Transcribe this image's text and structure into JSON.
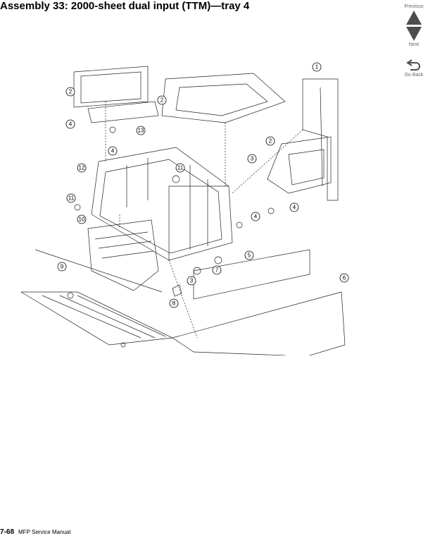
{
  "page": {
    "title": "Assembly 33:  2000-sheet dual input (TTM)—tray 4",
    "footer_page": "7-68",
    "footer_manual": "MFP Service Manual"
  },
  "nav": {
    "previous": "Previous",
    "next": "Next",
    "go_back": "Go Back"
  },
  "callouts": [
    "1",
    "2",
    "2",
    "2",
    "3",
    "3",
    "4",
    "4",
    "4",
    "4",
    "5",
    "6",
    "7",
    "8",
    "9",
    "10",
    "11",
    "11",
    "12",
    "13"
  ]
}
